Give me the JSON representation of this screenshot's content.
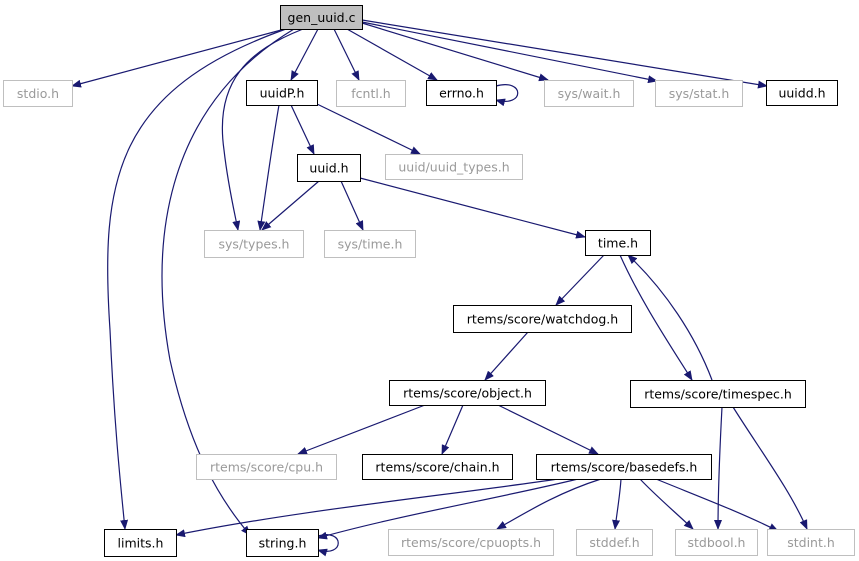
{
  "diagram": {
    "root": "gen_uuid.c",
    "colors": {
      "edge": "#191970",
      "root_fill": "#bfbfbf",
      "node_border": "#000000",
      "missing_border": "#bfbfbf",
      "missing_text": "#9a9a9a",
      "background": "#ffffff"
    },
    "nodes": [
      {
        "id": "gen_uuid_c",
        "label": "gen_uuid.c",
        "style": "root"
      },
      {
        "id": "stdio_h",
        "label": "stdio.h",
        "style": "missing"
      },
      {
        "id": "uuidP_h",
        "label": "uuidP.h",
        "style": "normal"
      },
      {
        "id": "fcntl_h",
        "label": "fcntl.h",
        "style": "missing"
      },
      {
        "id": "errno_h",
        "label": "errno.h",
        "style": "normal"
      },
      {
        "id": "sys_wait_h",
        "label": "sys/wait.h",
        "style": "missing"
      },
      {
        "id": "sys_stat_h",
        "label": "sys/stat.h",
        "style": "missing"
      },
      {
        "id": "uuidd_h",
        "label": "uuidd.h",
        "style": "normal"
      },
      {
        "id": "uuid_h",
        "label": "uuid.h",
        "style": "normal"
      },
      {
        "id": "uuid_types_h",
        "label": "uuid/uuid_types.h",
        "style": "missing"
      },
      {
        "id": "sys_types_h",
        "label": "sys/types.h",
        "style": "missing"
      },
      {
        "id": "sys_time_h",
        "label": "sys/time.h",
        "style": "missing"
      },
      {
        "id": "time_h",
        "label": "time.h",
        "style": "normal"
      },
      {
        "id": "watchdog_h",
        "label": "rtems/score/watchdog.h",
        "style": "normal"
      },
      {
        "id": "object_h",
        "label": "rtems/score/object.h",
        "style": "normal"
      },
      {
        "id": "timespec_h",
        "label": "rtems/score/timespec.h",
        "style": "normal"
      },
      {
        "id": "cpu_h",
        "label": "rtems/score/cpu.h",
        "style": "missing"
      },
      {
        "id": "chain_h",
        "label": "rtems/score/chain.h",
        "style": "normal"
      },
      {
        "id": "basedefs_h",
        "label": "rtems/score/basedefs.h",
        "style": "normal"
      },
      {
        "id": "limits_h",
        "label": "limits.h",
        "style": "normal"
      },
      {
        "id": "string_h",
        "label": "string.h",
        "style": "normal"
      },
      {
        "id": "cpuopts_h",
        "label": "rtems/score/cpuopts.h",
        "style": "missing"
      },
      {
        "id": "stddef_h",
        "label": "stddef.h",
        "style": "missing"
      },
      {
        "id": "stdbool_h",
        "label": "stdbool.h",
        "style": "missing"
      },
      {
        "id": "stdint_h",
        "label": "stdint.h",
        "style": "missing"
      }
    ],
    "edges": [
      {
        "from": "gen_uuid_c",
        "to": "stdio_h"
      },
      {
        "from": "gen_uuid_c",
        "to": "uuidP_h"
      },
      {
        "from": "gen_uuid_c",
        "to": "fcntl_h"
      },
      {
        "from": "gen_uuid_c",
        "to": "errno_h"
      },
      {
        "from": "gen_uuid_c",
        "to": "sys_wait_h"
      },
      {
        "from": "gen_uuid_c",
        "to": "sys_stat_h"
      },
      {
        "from": "gen_uuid_c",
        "to": "uuidd_h"
      },
      {
        "from": "gen_uuid_c",
        "to": "sys_types_h"
      },
      {
        "from": "gen_uuid_c",
        "to": "limits_h"
      },
      {
        "from": "gen_uuid_c",
        "to": "string_h"
      },
      {
        "from": "errno_h",
        "to": "errno_h"
      },
      {
        "from": "uuidP_h",
        "to": "uuid_h"
      },
      {
        "from": "uuidP_h",
        "to": "uuid_types_h"
      },
      {
        "from": "uuidP_h",
        "to": "sys_types_h"
      },
      {
        "from": "uuid_h",
        "to": "sys_types_h"
      },
      {
        "from": "uuid_h",
        "to": "sys_time_h"
      },
      {
        "from": "uuid_h",
        "to": "time_h"
      },
      {
        "from": "time_h",
        "to": "watchdog_h"
      },
      {
        "from": "time_h",
        "to": "timespec_h"
      },
      {
        "from": "timespec_h",
        "to": "time_h"
      },
      {
        "from": "watchdog_h",
        "to": "object_h"
      },
      {
        "from": "object_h",
        "to": "cpu_h"
      },
      {
        "from": "object_h",
        "to": "chain_h"
      },
      {
        "from": "object_h",
        "to": "basedefs_h"
      },
      {
        "from": "timespec_h",
        "to": "stdbool_h"
      },
      {
        "from": "timespec_h",
        "to": "stdint_h"
      },
      {
        "from": "basedefs_h",
        "to": "limits_h"
      },
      {
        "from": "basedefs_h",
        "to": "string_h"
      },
      {
        "from": "basedefs_h",
        "to": "cpuopts_h"
      },
      {
        "from": "basedefs_h",
        "to": "stddef_h"
      },
      {
        "from": "basedefs_h",
        "to": "stdbool_h"
      },
      {
        "from": "basedefs_h",
        "to": "stdint_h"
      },
      {
        "from": "string_h",
        "to": "string_h"
      }
    ]
  }
}
